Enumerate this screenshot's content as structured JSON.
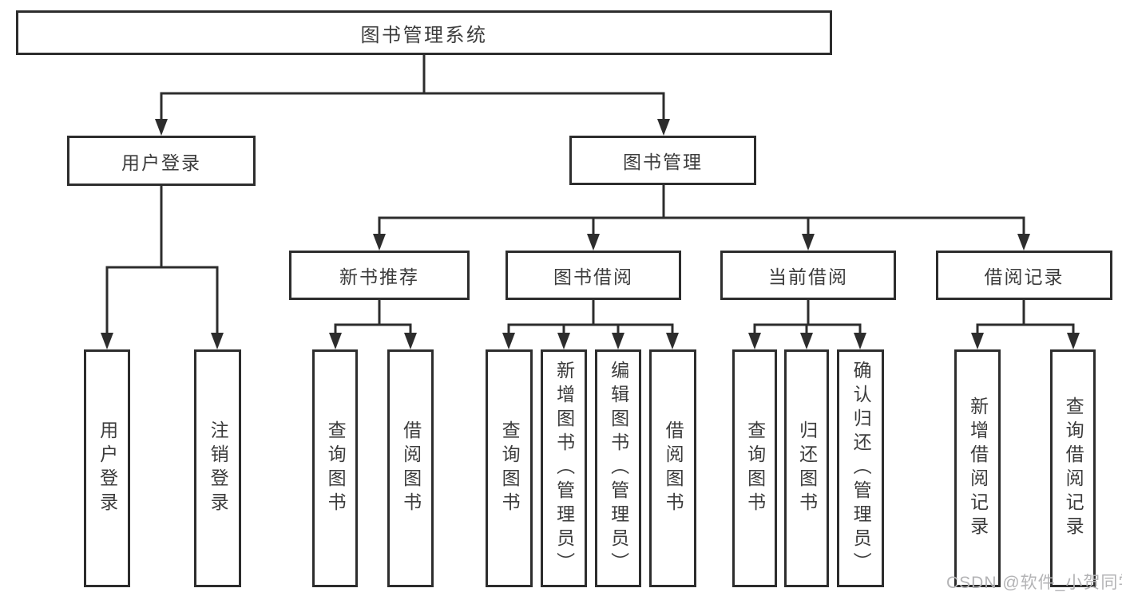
{
  "tree": {
    "root": {
      "label": "图书管理系统"
    },
    "children": [
      {
        "label": "用户登录",
        "children": [
          {
            "label": "用户登录"
          },
          {
            "label": "注销登录"
          }
        ]
      },
      {
        "label": "图书管理",
        "children": [
          {
            "label": "新书推荐",
            "children": [
              {
                "label": "查询图书"
              },
              {
                "label": "借阅图书"
              }
            ]
          },
          {
            "label": "图书借阅",
            "children": [
              {
                "label": "查询图书"
              },
              {
                "label": "新增图书（管理员）"
              },
              {
                "label": "编辑图书（管理员）"
              },
              {
                "label": "借阅图书"
              }
            ]
          },
          {
            "label": "当前借阅",
            "children": [
              {
                "label": "查询图书"
              },
              {
                "label": "归还图书"
              },
              {
                "label": "确认归还（管理员）"
              }
            ]
          },
          {
            "label": "借阅记录",
            "children": [
              {
                "label": "新增借阅记录"
              },
              {
                "label": "查询借阅记录"
              }
            ]
          }
        ]
      }
    ]
  },
  "watermark": {
    "text": "CSDN @软件_小贺同学"
  },
  "colors": {
    "line": "#2d2d2d",
    "box_border": "#2d2d2d",
    "text": "#3c3c3c",
    "watermark": "#b3b3b5",
    "background": "#ffffff"
  }
}
